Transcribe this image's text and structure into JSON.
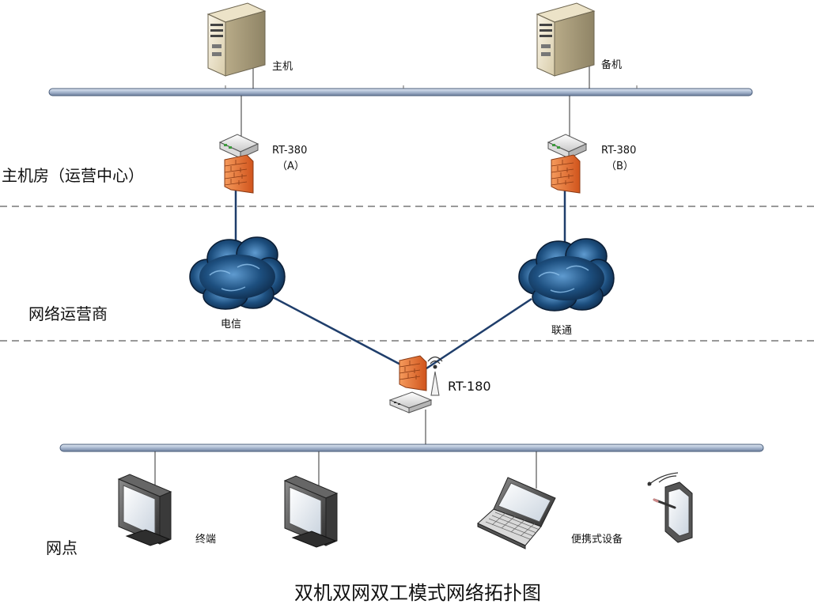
{
  "title": "双机双网双工模式网络拓扑图",
  "zones": {
    "host_room": "主机房（运营中心）",
    "carrier": "网络运营商",
    "outlet": "网点"
  },
  "servers": {
    "primary": "主机",
    "backup": "备机"
  },
  "routers": {
    "a_name": "RT-380",
    "a_tag": "（A）",
    "b_name": "RT-380",
    "b_tag": "（B）",
    "branch": "RT-180"
  },
  "clouds": {
    "left": "电信",
    "right": "联通"
  },
  "devices": {
    "terminal": "终端",
    "portable": "便携式设备"
  },
  "colors": {
    "bus": "#b9c7dc",
    "bus_stroke": "#4a5d7a",
    "link": "#1f3e6b",
    "cloud": "#1a4b78",
    "firewall": "#e36c2f"
  }
}
